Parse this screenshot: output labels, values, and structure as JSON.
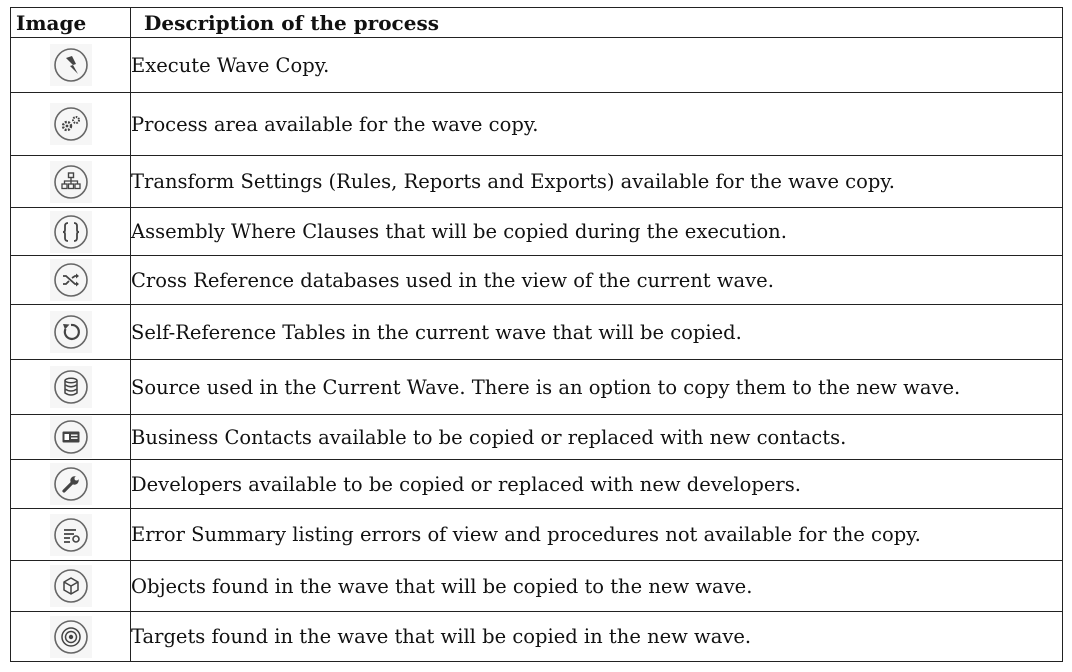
{
  "header": {
    "image_col": "Image",
    "desc_col": "Description of the process"
  },
  "rows": [
    {
      "icon": "execute-icon",
      "description": "Execute Wave Copy."
    },
    {
      "icon": "process-area-icon",
      "description": "Process area available for the wave copy."
    },
    {
      "icon": "transform-icon",
      "description": "Transform Settings (Rules, Reports and Exports) available for the wave copy."
    },
    {
      "icon": "curly-braces-icon",
      "description": "Assembly Where Clauses that will be copied during the execution."
    },
    {
      "icon": "shuffle-icon",
      "description": "Cross Reference databases used in the view of the current wave."
    },
    {
      "icon": "refresh-icon",
      "description": "Self-Reference Tables in the current wave that will be copied."
    },
    {
      "icon": "database-icon",
      "description": "Source used in the Current Wave. There is an option to copy them to the new wave."
    },
    {
      "icon": "contact-card-icon",
      "description": "Business Contacts available to be copied or replaced with new contacts."
    },
    {
      "icon": "wrench-icon",
      "description": "Developers available to be copied or replaced with new developers."
    },
    {
      "icon": "error-summary-icon",
      "description": "Error Summary listing errors of view and procedures not available for the copy."
    },
    {
      "icon": "cube-icon",
      "description": "Objects found in the wave that will be copied to the new wave."
    },
    {
      "icon": "target-icon",
      "description": "Targets found in the wave that will be copied in the new wave."
    }
  ]
}
